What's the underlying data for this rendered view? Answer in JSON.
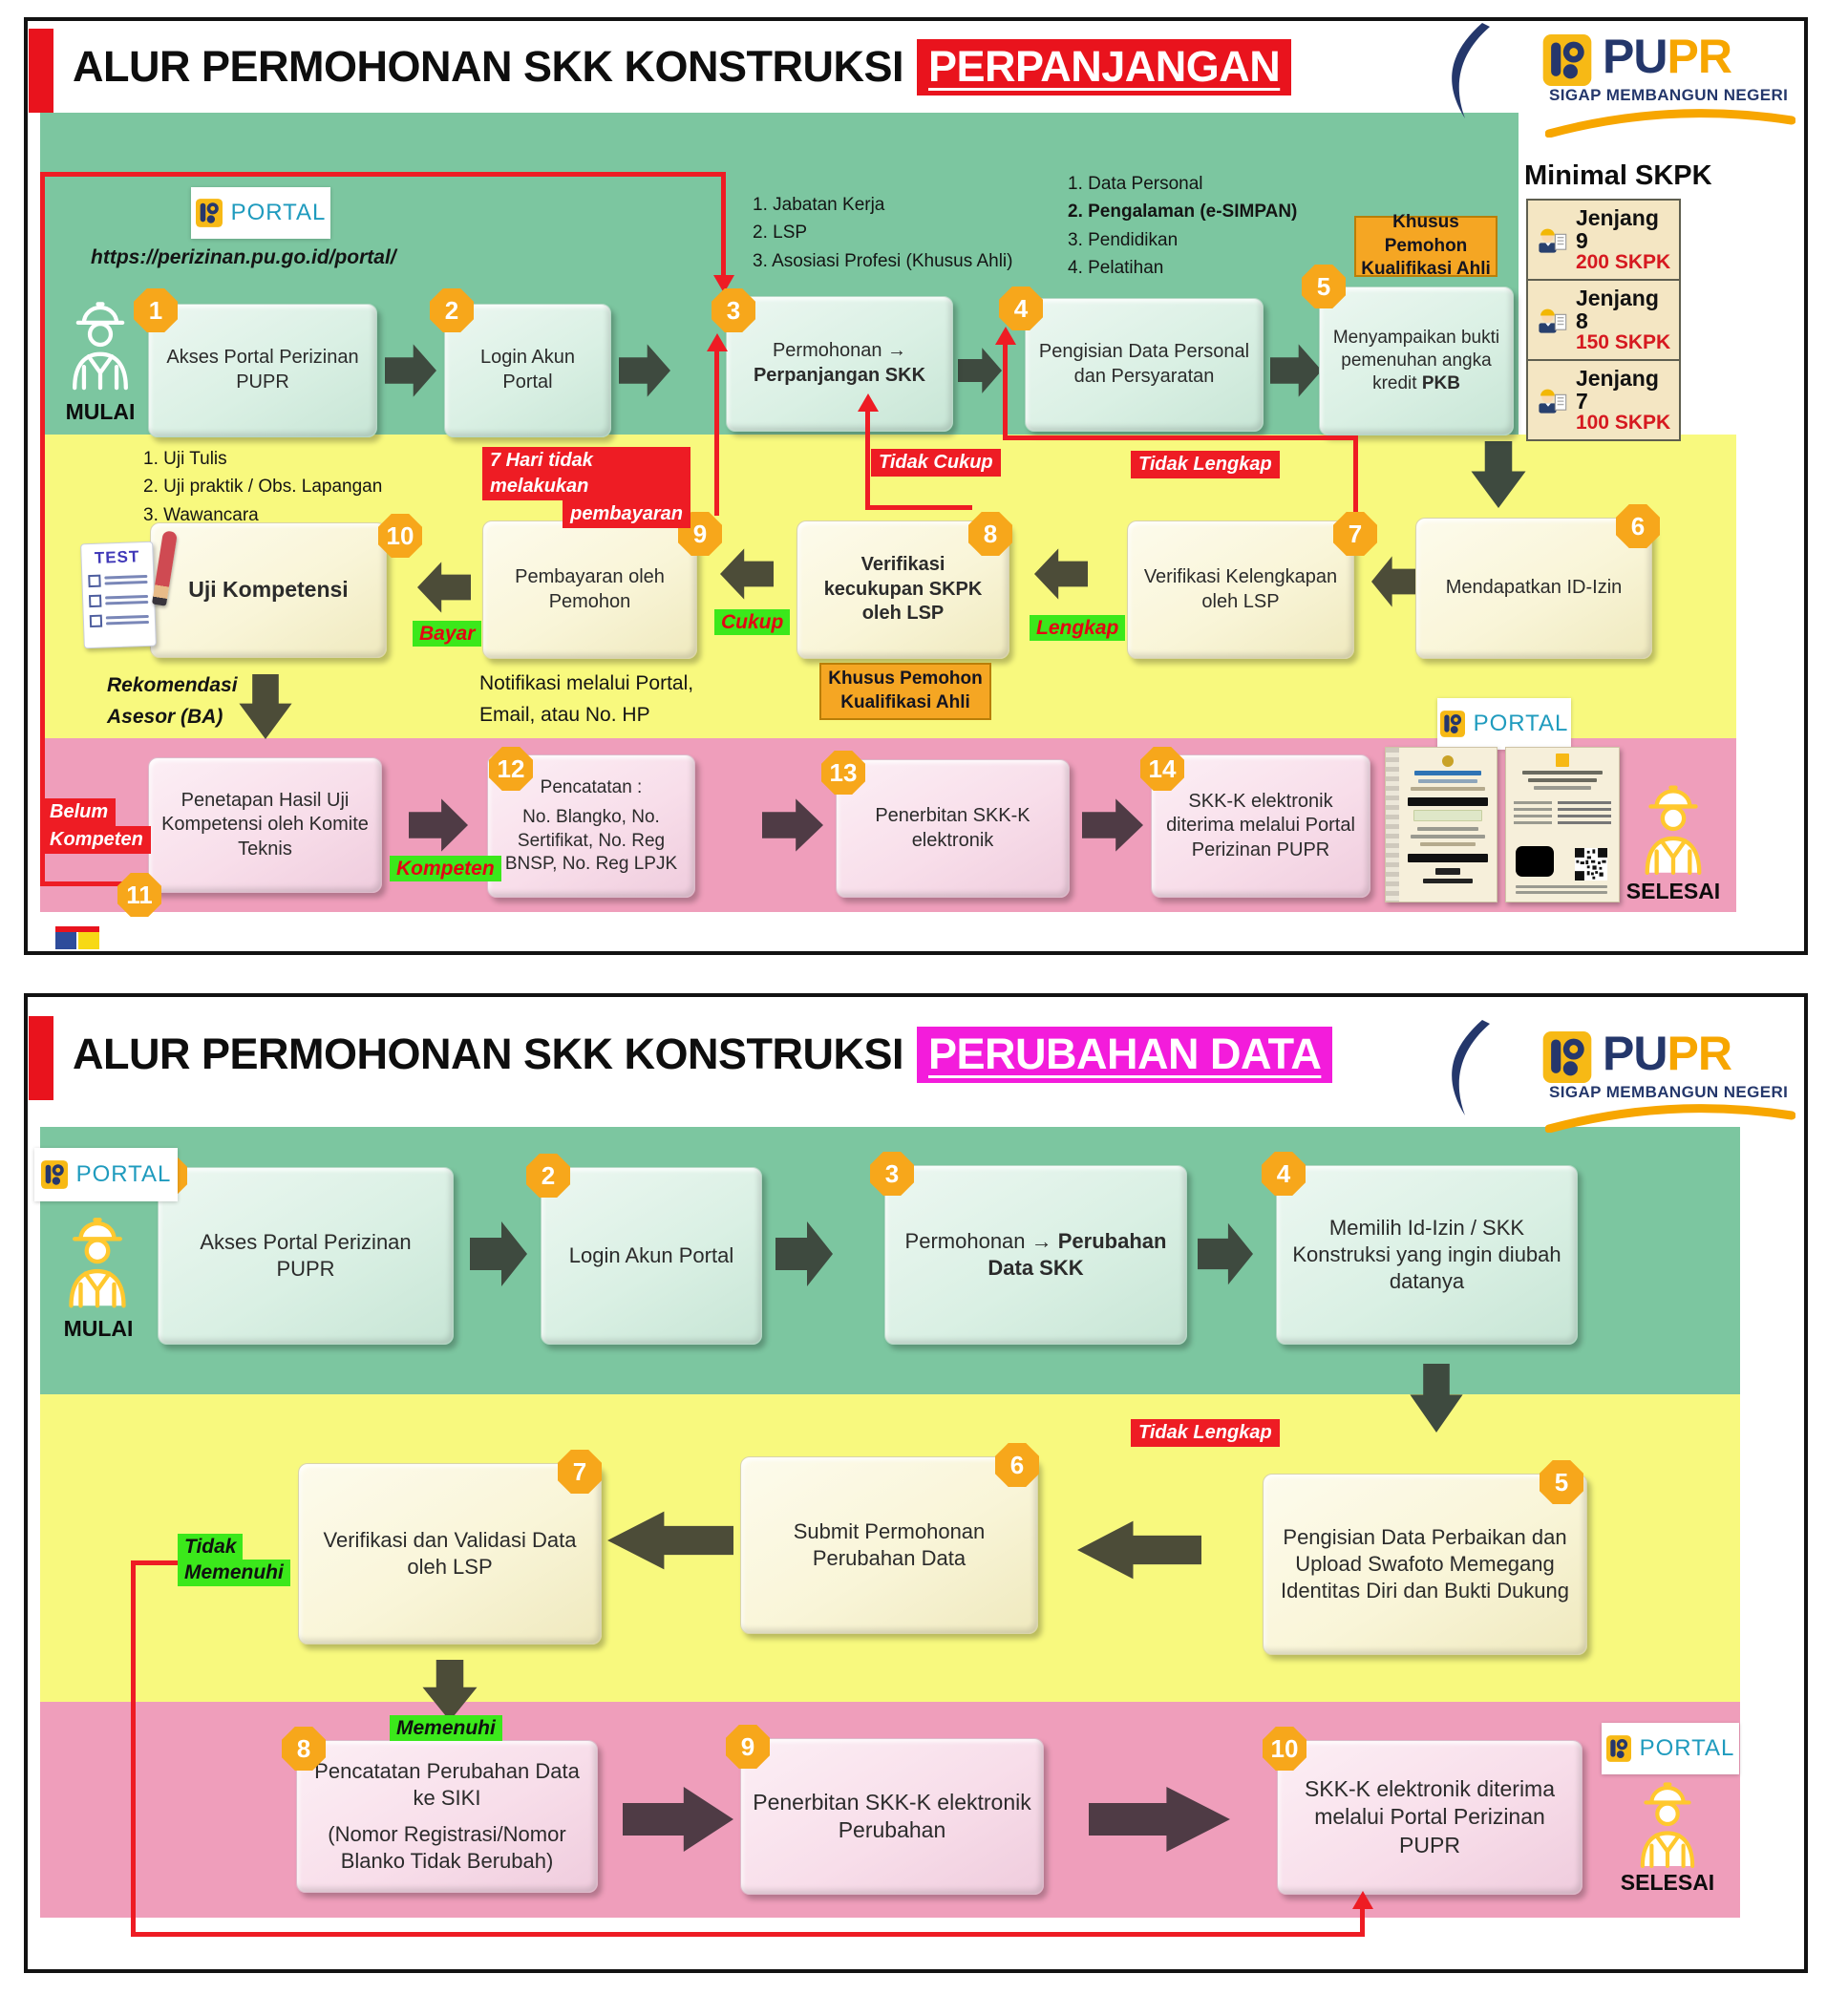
{
  "logo": {
    "pu": "PU",
    "pr": "PR",
    "tagline": "SIGAP MEMBANGUN NEGERI"
  },
  "shared": {
    "portal": "PORTAL",
    "mulai": "MULAI",
    "selesai": "SELESAI",
    "khusus_pemohon": "Khusus Pemohon Kualifikasi Ahli"
  },
  "colors": {
    "band_green": "#7CC6A0",
    "band_yellow": "#F8F97E",
    "band_pink": "#EF9EBB",
    "badge_orange": "#F7A71B",
    "alert_red": "#EE1C24",
    "ok_green": "#3BE81B",
    "highlight_red": "#E9131D",
    "highlight_magenta": "#F31CDB",
    "logo_navy": "#24376B",
    "logo_orange": "#F7A600"
  },
  "panel1": {
    "title": "ALUR PERMOHONAN SKK KONSTRUKSI",
    "highlight": "PERPANJANGAN",
    "url": "https://perizinan.pu.go.id/portal/",
    "test_label": "TEST",
    "minimal_skpk": {
      "title": "Minimal SKPK",
      "rows": [
        {
          "level": "Jenjang 9",
          "value": "200 SKPK"
        },
        {
          "level": "Jenjang 8",
          "value": "150 SKPK"
        },
        {
          "level": "Jenjang 7",
          "value": "100 SKPK"
        }
      ]
    },
    "notes_box3": [
      "1.  Jabatan Kerja",
      "2.  LSP",
      "3.  Asosiasi Profesi (Khusus Ahli)"
    ],
    "notes_box4": [
      "1.   Data Personal",
      "2.   Pengalaman (e-SIMPAN)",
      "3.   Pendidikan",
      "4.   Pelatihan"
    ],
    "notes_uji": [
      "1.  Uji Tulis",
      "2.  Uji praktik / Obs. Lapangan",
      "3.  Wawancara"
    ],
    "rekomendasi": [
      "Rekomendasi",
      "Asesor (BA)"
    ],
    "notifikasi": [
      "Notifikasi melalui Portal,",
      "Email, atau No. HP"
    ],
    "labels": {
      "hari7": [
        "7 Hari tidak melakukan",
        "pembayaran"
      ],
      "tidak_cukup": "Tidak Cukup",
      "tidak_lengkap": "Tidak Lengkap",
      "belum_kompeten": [
        "Belum",
        "Kompeten"
      ],
      "bayar": "Bayar",
      "cukup": "Cukup",
      "lengkap": "Lengkap",
      "kompeten": "Kompeten"
    },
    "b1": {
      "num": "1",
      "text": "Akses Portal Perizinan PUPR"
    },
    "b2": {
      "num": "2",
      "text": "Login Akun Portal"
    },
    "b3": {
      "num": "3",
      "pre": "Permohonan →",
      "bold": "Perpanjangan SKK"
    },
    "b4": {
      "num": "4",
      "text": "Pengisian Data Personal dan Persyaratan"
    },
    "b5": {
      "num": "5",
      "pre": "Menyampaikan bukti pemenuhan angka kredit ",
      "bold": "PKB"
    },
    "b6": {
      "num": "6",
      "text": "Mendapatkan ID-Izin"
    },
    "b7": {
      "num": "7",
      "text": "Verifikasi Kelengkapan oleh LSP"
    },
    "b8": {
      "num": "8",
      "text": "Verifikasi kecukupan SKPK oleh LSP"
    },
    "b9": {
      "num": "9",
      "text": "Pembayaran oleh Pemohon"
    },
    "b10": {
      "num": "10",
      "text": "Uji Kompetensi"
    },
    "b11": {
      "num": "11",
      "text": "Penetapan Hasil Uji Kompetensi oleh Komite Teknis"
    },
    "b12": {
      "num": "12",
      "head": "Pencatatan :",
      "text": "No. Blangko, No. Sertifikat, No. Reg BNSP, No. Reg LPJK"
    },
    "b13": {
      "num": "13",
      "text": "Penerbitan SKK-K elektronik"
    },
    "b14": {
      "num": "14",
      "text": "SKK-K elektronik diterima melalui Portal Perizinan PUPR"
    }
  },
  "panel2": {
    "title": "ALUR PERMOHONAN SKK KONSTRUKSI",
    "highlight": "PERUBAHAN DATA",
    "labels": {
      "tidak_lengkap": "Tidak Lengkap",
      "tidak_memenuhi": [
        "Tidak",
        "Memenuhi"
      ],
      "memenuhi": "Memenuhi"
    },
    "b1": {
      "num": "1",
      "text": "Akses Portal Perizinan PUPR"
    },
    "b2": {
      "num": "2",
      "text": "Login Akun Portal"
    },
    "b3": {
      "num": "3",
      "pre": "Permohonan → ",
      "bold": "Perubahan Data SKK"
    },
    "b4": {
      "num": "4",
      "text": "Memilih Id-Izin / SKK Konstruksi yang ingin diubah datanya"
    },
    "b5": {
      "num": "5",
      "text": "Pengisian Data Perbaikan dan Upload Swafoto Memegang Identitas Diri dan Bukti Dukung"
    },
    "b6": {
      "num": "6",
      "text": "Submit Permohonan Perubahan Data"
    },
    "b7": {
      "num": "7",
      "text": "Verifikasi dan Validasi Data oleh LSP"
    },
    "b8": {
      "num": "8",
      "head": "Pencatatan Perubahan Data ke SIKI",
      "text": "(Nomor Registrasi/Nomor Blanko Tidak Berubah)"
    },
    "b9": {
      "num": "9",
      "text": "Penerbitan SKK-K elektronik Perubahan"
    },
    "b10": {
      "num": "10",
      "text": "SKK-K elektronik diterima melalui Portal Perizinan PUPR"
    }
  }
}
